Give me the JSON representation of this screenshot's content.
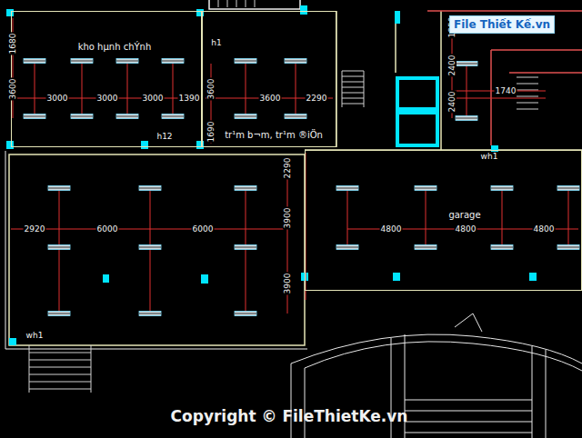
{
  "diagram": {
    "nodes": [
      {
        "text": [
          "kho hµnh chÝnh"
        ]
      },
      {
        "text": [
          "tr¹m b¬m, tr¹m ®iÖn"
        ]
      },
      {
        "text": [
          "garage"
        ]
      }
    ],
    "labels": [
      "1680",
      "3600",
      "3000",
      "3000",
      "3000",
      "1390",
      "h1",
      "3600",
      "3600",
      "2290",
      "1690",
      "h12",
      "1850",
      "2400",
      "2400",
      "1740",
      "wh1",
      "2290",
      "3900",
      "3900",
      "2920",
      "6000",
      "6000",
      "4800",
      "4800",
      "4800",
      "wh1",
      "File Thiết Kế.vn",
      "Copyright © FileThietKe.vn"
    ]
  }
}
